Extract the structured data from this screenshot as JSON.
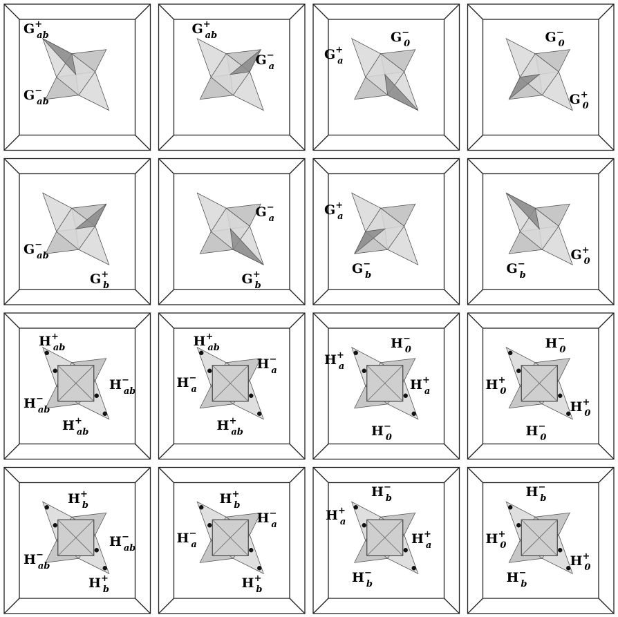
{
  "figure": {
    "panels": [
      {
        "row": 0,
        "col": 0,
        "labels": [
          {
            "base": "G",
            "sub": "ab",
            "sup": "+"
          },
          {
            "base": "G",
            "sub": "ab",
            "sup": "−"
          }
        ]
      },
      {
        "row": 0,
        "col": 1,
        "labels": [
          {
            "base": "G",
            "sub": "ab",
            "sup": "+"
          },
          {
            "base": "G",
            "sub": "a",
            "sup": "−"
          }
        ]
      },
      {
        "row": 0,
        "col": 2,
        "labels": [
          {
            "base": "G",
            "sub": "a",
            "sup": "+"
          },
          {
            "base": "G",
            "sub": "0",
            "sup": "−"
          }
        ]
      },
      {
        "row": 0,
        "col": 3,
        "labels": [
          {
            "base": "G",
            "sub": "0",
            "sup": "−"
          },
          {
            "base": "G",
            "sub": "0",
            "sup": "+"
          }
        ]
      },
      {
        "row": 1,
        "col": 0,
        "labels": [
          {
            "base": "G",
            "sub": "ab",
            "sup": "−"
          },
          {
            "base": "G",
            "sub": "b",
            "sup": "+"
          }
        ]
      },
      {
        "row": 1,
        "col": 1,
        "labels": [
          {
            "base": "G",
            "sub": "a",
            "sup": "−"
          },
          {
            "base": "G",
            "sub": "b",
            "sup": "+"
          }
        ]
      },
      {
        "row": 1,
        "col": 2,
        "labels": [
          {
            "base": "G",
            "sub": "a",
            "sup": "+"
          },
          {
            "base": "G",
            "sub": "b",
            "sup": "−"
          }
        ]
      },
      {
        "row": 1,
        "col": 3,
        "labels": [
          {
            "base": "G",
            "sub": "0",
            "sup": "+"
          },
          {
            "base": "G",
            "sub": "b",
            "sup": "−"
          }
        ]
      },
      {
        "row": 2,
        "col": 0,
        "labels": [
          {
            "base": "H",
            "sub": "ab",
            "sup": "+"
          },
          {
            "base": "H",
            "sub": "ab",
            "sup": "−"
          },
          {
            "base": "H",
            "sub": "ab",
            "sup": "−"
          },
          {
            "base": "H",
            "sub": "ab",
            "sup": "+"
          }
        ]
      },
      {
        "row": 2,
        "col": 1,
        "labels": [
          {
            "base": "H",
            "sub": "ab",
            "sup": "+"
          },
          {
            "base": "H",
            "sub": "a",
            "sup": "−"
          },
          {
            "base": "H",
            "sub": "a",
            "sup": "−"
          },
          {
            "base": "H",
            "sub": "ab",
            "sup": "+"
          }
        ]
      },
      {
        "row": 2,
        "col": 2,
        "labels": [
          {
            "base": "H",
            "sub": "a",
            "sup": "+"
          },
          {
            "base": "H",
            "sub": "0",
            "sup": "−"
          },
          {
            "base": "H",
            "sub": "a",
            "sup": "+"
          },
          {
            "base": "H",
            "sub": "0",
            "sup": "−"
          }
        ]
      },
      {
        "row": 2,
        "col": 3,
        "labels": [
          {
            "base": "H",
            "sub": "0",
            "sup": "−"
          },
          {
            "base": "H",
            "sub": "0",
            "sup": "+"
          },
          {
            "base": "H",
            "sub": "0",
            "sup": "+"
          },
          {
            "base": "H",
            "sub": "0",
            "sup": "−"
          }
        ]
      },
      {
        "row": 3,
        "col": 0,
        "labels": [
          {
            "base": "H",
            "sub": "b",
            "sup": "+"
          },
          {
            "base": "H",
            "sub": "ab",
            "sup": "−"
          },
          {
            "base": "H",
            "sub": "ab",
            "sup": "−"
          },
          {
            "base": "H",
            "sub": "b",
            "sup": "+"
          }
        ]
      },
      {
        "row": 3,
        "col": 1,
        "labels": [
          {
            "base": "H",
            "sub": "b",
            "sup": "+"
          },
          {
            "base": "H",
            "sub": "a",
            "sup": "−"
          },
          {
            "base": "H",
            "sub": "a",
            "sup": "−"
          },
          {
            "base": "H",
            "sub": "b",
            "sup": "+"
          }
        ]
      },
      {
        "row": 3,
        "col": 2,
        "labels": [
          {
            "base": "H",
            "sub": "b",
            "sup": "−"
          },
          {
            "base": "H",
            "sub": "a",
            "sup": "+"
          },
          {
            "base": "H",
            "sub": "a",
            "sup": "+"
          },
          {
            "base": "H",
            "sub": "b",
            "sup": "−"
          }
        ]
      },
      {
        "row": 3,
        "col": 3,
        "labels": [
          {
            "base": "H",
            "sub": "b",
            "sup": "−"
          },
          {
            "base": "H",
            "sub": "0",
            "sup": "+"
          },
          {
            "base": "H",
            "sub": "0",
            "sup": "+"
          },
          {
            "base": "H",
            "sub": "b",
            "sup": "−"
          }
        ]
      }
    ]
  },
  "colors": {
    "face_light": "#d9d9d9",
    "face_mid": "#bdbdbd",
    "face_dark": "#8a8a8a",
    "frame": "#222222",
    "dot": "#111111"
  }
}
